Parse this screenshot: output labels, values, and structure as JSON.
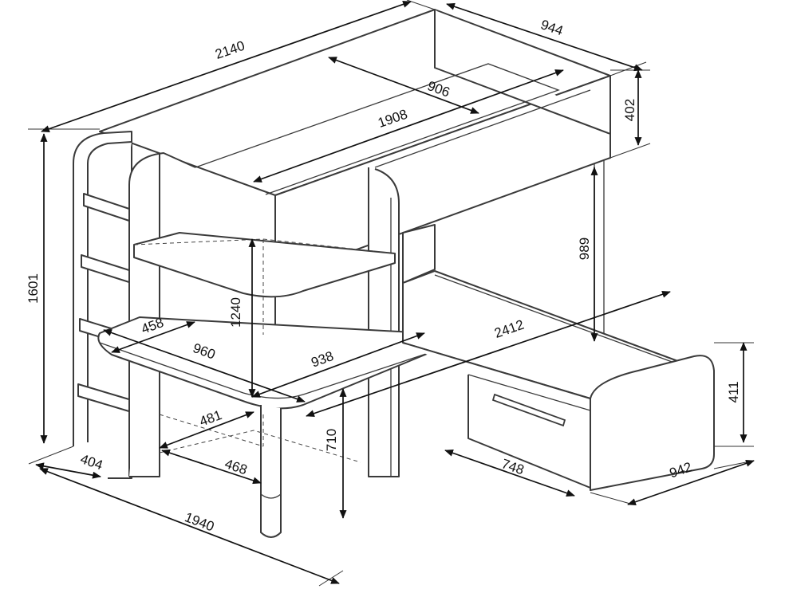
{
  "dimensions": {
    "overall_length": "2140",
    "bed_depth": "944",
    "mattress_width": "906",
    "mattress_length": "1908",
    "guard_height": "402",
    "overall_height": "1601",
    "underbed_clearance": "989",
    "shelf_height": "1240",
    "desk_depth": "458",
    "desk_width": "960",
    "desk_length": "938",
    "lower_bed_length": "2412",
    "lower_bed_height": "411",
    "desk_height": "710",
    "desk_leg_offset": "481",
    "desk_leg_span": "468",
    "ladder_depth": "404",
    "overall_width": "1940",
    "drawer_length": "748",
    "lower_bed_width": "942"
  }
}
